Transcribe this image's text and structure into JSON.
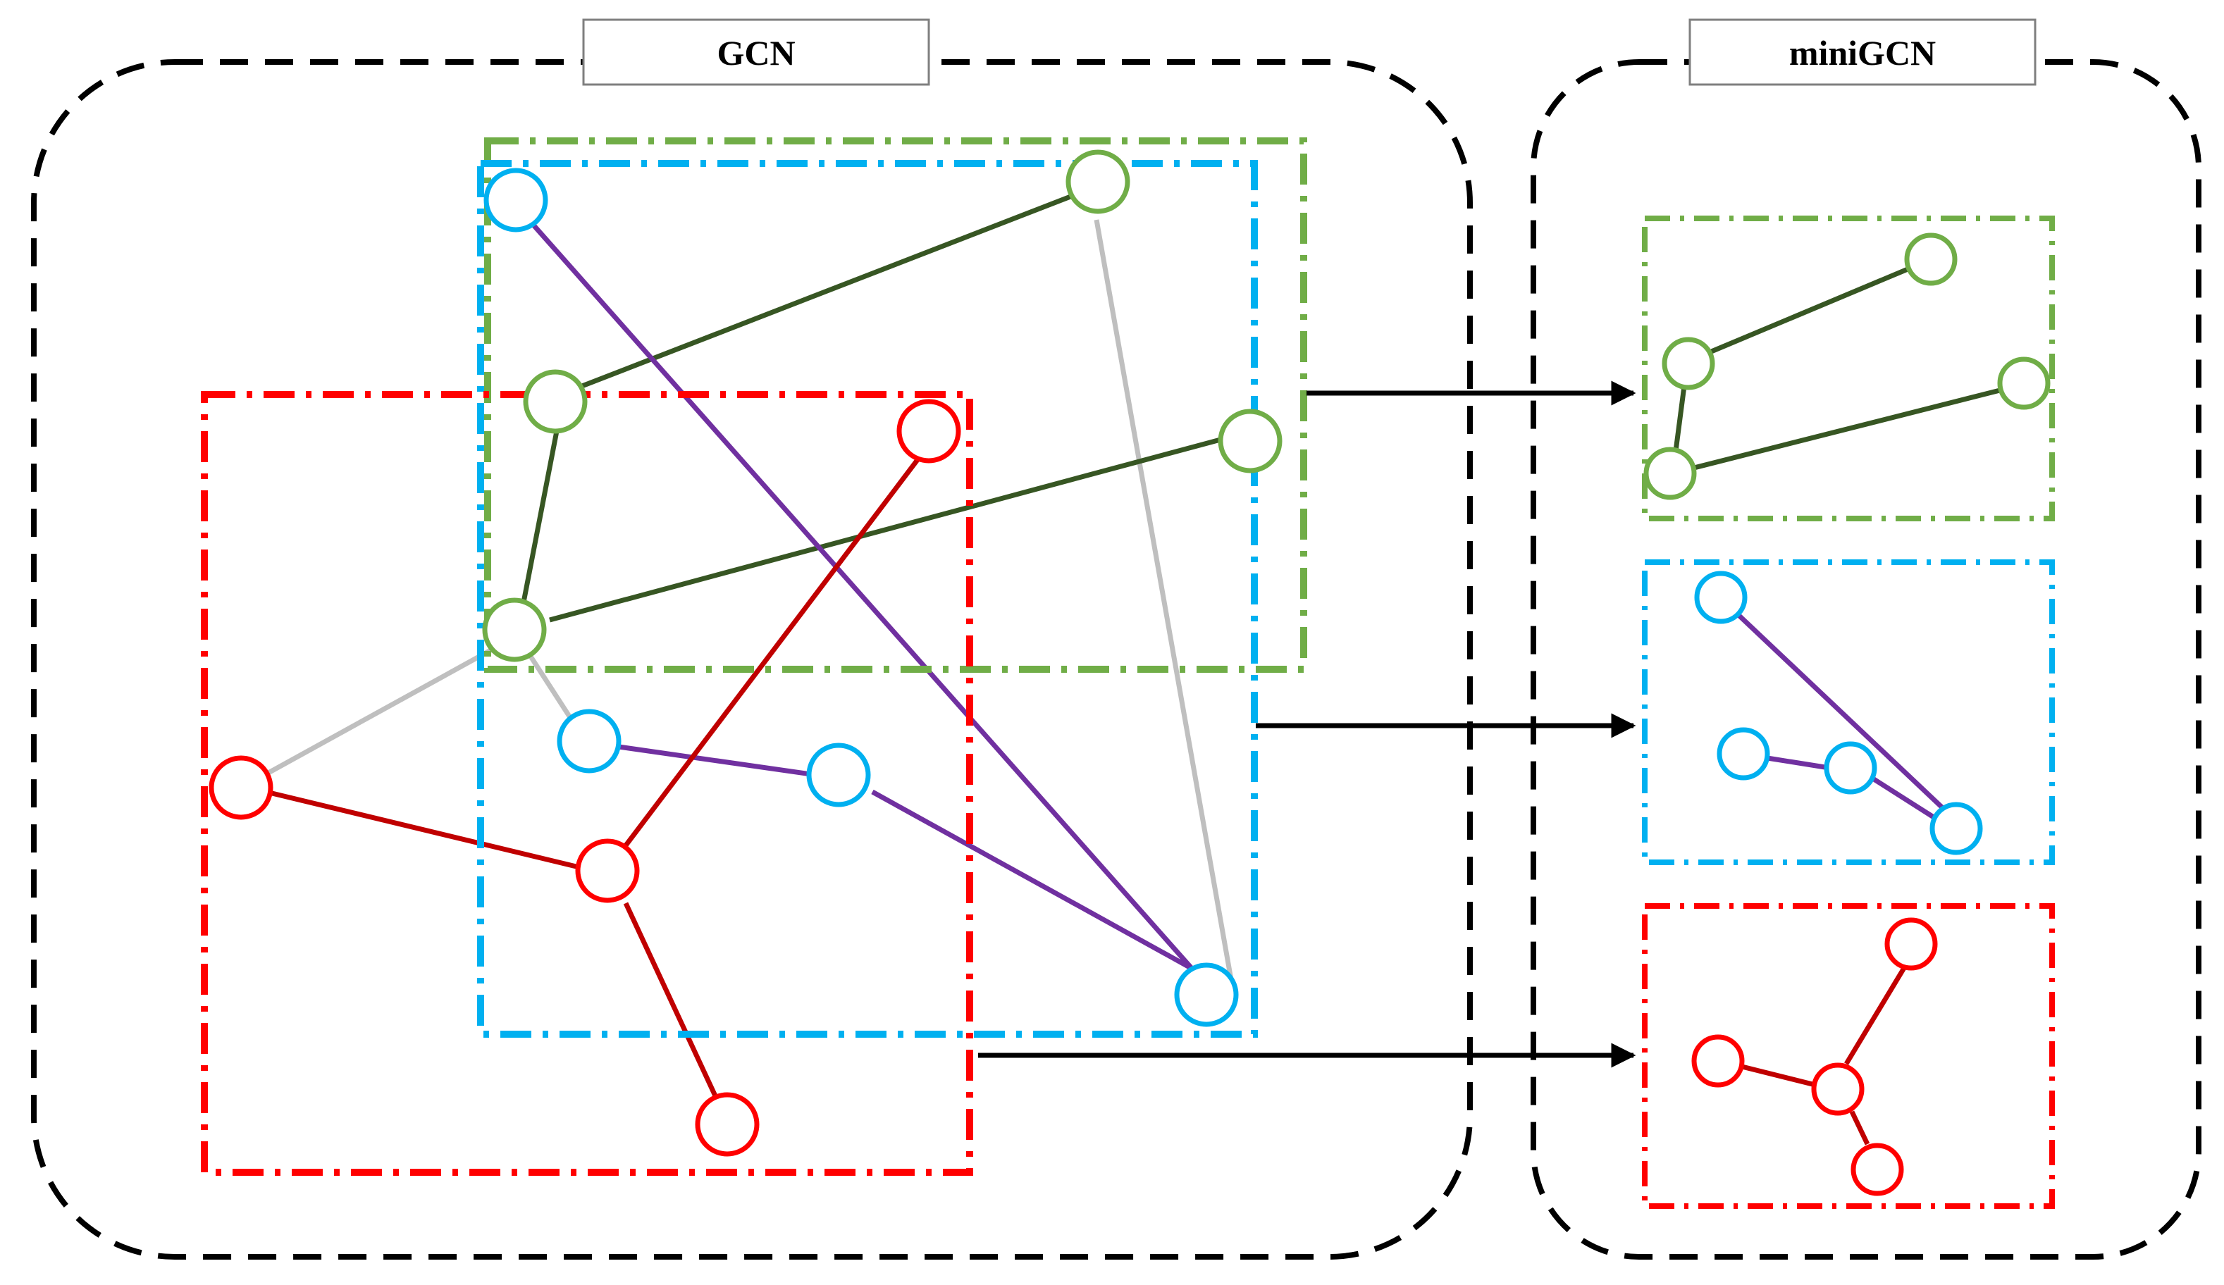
{
  "colors": {
    "green_box": "#70AD47",
    "green_edge": "#375623",
    "blue_box": "#00B0F0",
    "blue_edge": "#7030A0",
    "red_box": "#FF0000",
    "red_edge": "#C00000",
    "gray_edge": "#BFBFBF",
    "dashed_border": "#000000",
    "arrow": "#000000"
  },
  "panels": {
    "left": {
      "title": "GCN"
    },
    "right": {
      "title": "miniGCN"
    }
  },
  "legend": {
    "node_shape": "circle",
    "edge_type": "line",
    "box_style": "dash-dot"
  }
}
